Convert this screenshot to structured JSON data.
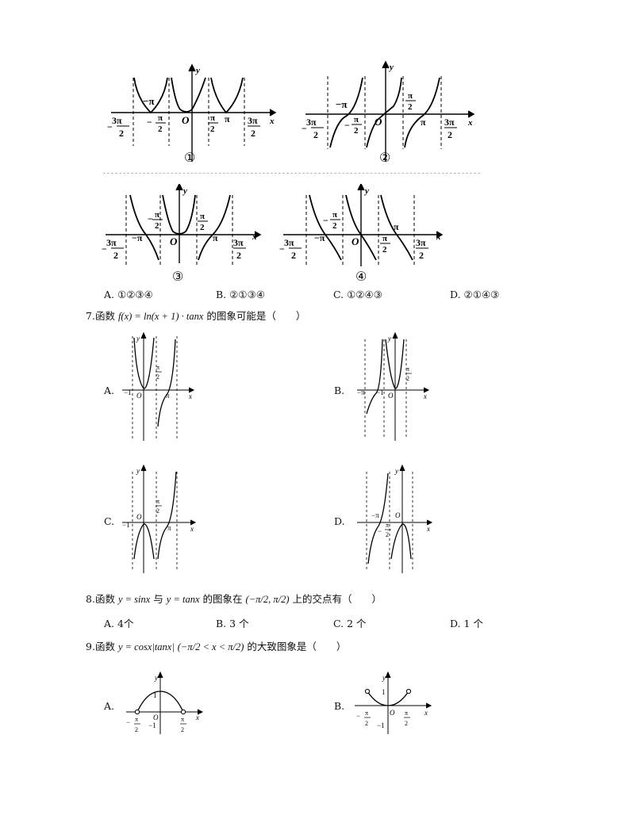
{
  "q6": {
    "graphs": [
      {
        "num": "①",
        "ticks": [
          "−3π/2",
          "−π",
          "−π/2",
          "O",
          "π/2",
          "π",
          "3π/2"
        ],
        "xlabel": "x",
        "ylabel": "y"
      },
      {
        "num": "②",
        "ticks": [
          "−3π/2",
          "−π",
          "−π/2",
          "O",
          "π/2",
          "π",
          "3π/2"
        ],
        "xlabel": "x",
        "ylabel": "y"
      },
      {
        "num": "③",
        "ticks": [
          "−3π/2",
          "−π",
          "−π/2",
          "O",
          "π/2",
          "π",
          "3π/2"
        ],
        "xlabel": "x",
        "ylabel": "y"
      },
      {
        "num": "④",
        "ticks": [
          "−3π/2",
          "−π",
          "−π/2",
          "O",
          "π/2",
          "π",
          "3π/2"
        ],
        "xlabel": "x",
        "ylabel": "y"
      }
    ],
    "options": [
      {
        "letter": "A.",
        "text": "①②③④"
      },
      {
        "letter": "B.",
        "text": "②①③④"
      },
      {
        "letter": "C.",
        "text": "①②④③"
      },
      {
        "letter": "D.",
        "text": "②①④③"
      }
    ]
  },
  "q7": {
    "number": "7.",
    "stem_prefix": "函数",
    "formula": "f(x) = ln(x + 1) · tanx",
    "stem_suffix": "的图象可能是（　　）",
    "options": [
      {
        "letter": "A.",
        "ticks": [
          "−1",
          "O",
          "π/2",
          "π"
        ]
      },
      {
        "letter": "B.",
        "ticks": [
          "−π",
          "−1",
          "O",
          "π/2"
        ]
      },
      {
        "letter": "C.",
        "ticks": [
          "−1",
          "O",
          "π/2",
          "π"
        ]
      },
      {
        "letter": "D.",
        "ticks": [
          "−π",
          "−π/2",
          "O"
        ]
      }
    ]
  },
  "q8": {
    "number": "8.",
    "stem_prefix": "函数",
    "f1": "y = sinx",
    "mid": "与",
    "f2": "y = tanx",
    "mid2": "的图象在",
    "interval": "(−π/2, π/2)",
    "stem_suffix": "上的交点有（　　）",
    "options": [
      {
        "letter": "A.",
        "text": "4个"
      },
      {
        "letter": "B.",
        "text": "3 个"
      },
      {
        "letter": "C.",
        "text": "2 个"
      },
      {
        "letter": "D.",
        "text": "1 个"
      }
    ]
  },
  "q9": {
    "number": "9.",
    "stem_prefix": "函数",
    "formula": "y = cosx|tanx|",
    "cond": "(−π/2 < x < π/2)",
    "stem_suffix": "的大致图象是（　　）",
    "options": [
      {
        "letter": "A.",
        "ticks": [
          "−π/2",
          "−1",
          "O",
          "π/2",
          "1"
        ]
      },
      {
        "letter": "B.",
        "ticks": [
          "−π/2",
          "−1",
          "O",
          "π/2",
          "1"
        ]
      }
    ]
  }
}
